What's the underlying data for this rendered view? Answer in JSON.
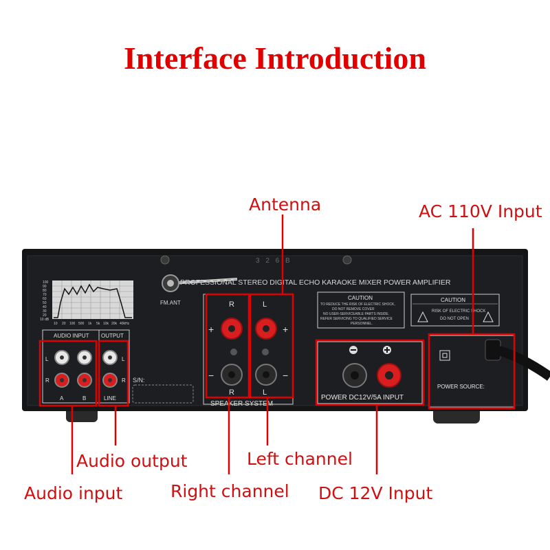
{
  "title": "Interface Introduction",
  "callouts": {
    "antenna": "Antenna",
    "ac_input": "AC 110V Input",
    "audio_output": "Audio output",
    "audio_input": "Audio input",
    "left_channel": "Left channel",
    "right_channel": "Right channel",
    "dc_input": "DC 12V Input"
  },
  "panel": {
    "model": "3 2 6 B",
    "header": "PROFESSIONAL STEREO DIGITAL ECHO KARAOKE MIXER POWER AMPLIFIER",
    "fm_ant": "FM.ANT",
    "audio_input_label": "AUDIO INPUT",
    "output_label": "OUTPUT",
    "line_label": "LINE",
    "ch_a": "A",
    "ch_b": "B",
    "l": "L",
    "r": "R",
    "sn": "S/N:",
    "speaker_system": "SPEAKER SYSTEM",
    "plus": "+",
    "minus": "−",
    "caution1_title": "CAUTION",
    "caution1_lines": [
      "TO REDUCE THE RISK OF ELECTRIC SHOCK,",
      "DO NOT REMOVE COVER",
      "NO USER-SERVICEABLE PARTS INSIDE.",
      "REFER SERVICING TO QUALIFIED SERVICE",
      "PERSONNEL."
    ],
    "caution2_title": "CAUTION",
    "caution2_lines": [
      "RISK OF ELECTRIC SHOCK",
      "DO NOT OPEN"
    ],
    "power_dc": "POWER DC12V/5A INPUT",
    "power_source": "POWER SOURCE:",
    "graph_y": [
      "100",
      "90",
      "80",
      "70",
      "60",
      "50",
      "40",
      "30",
      "20",
      "10 dB"
    ],
    "graph_x": [
      "10",
      "20",
      "100",
      "500",
      "1k",
      "5k",
      "10k",
      "20k",
      "40kHz"
    ]
  },
  "colors": {
    "accent": "#e00000",
    "panel": "#1b1c1e",
    "jack_red": "#d81e1e"
  }
}
